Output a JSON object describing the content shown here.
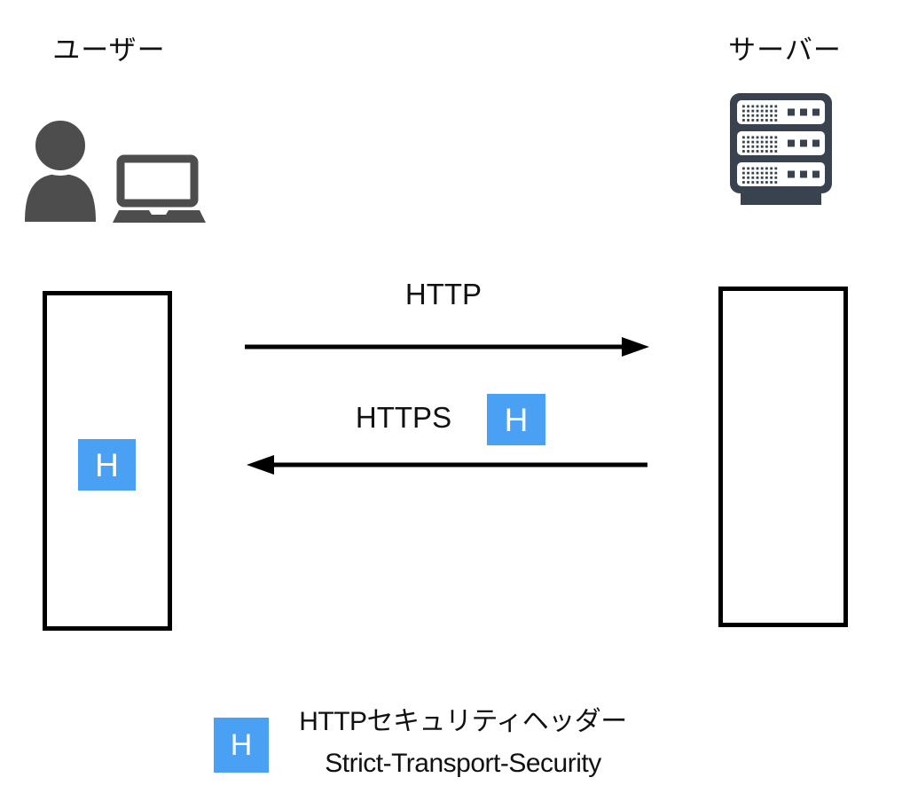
{
  "actors": {
    "user_label": "ユーザー",
    "server_label": "サーバー"
  },
  "flows": {
    "request_label": "HTTP",
    "response_label": "HTTPS"
  },
  "badge": {
    "letter": "H"
  },
  "legend": {
    "badge_letter": "H",
    "line1": "HTTPセキュリティヘッダー",
    "line2": "Strict-Transport-Security"
  },
  "colors": {
    "badge_blue": "#4AA0F2",
    "person_gray": "#4D4D4D",
    "server_slate": "#394350",
    "line_black": "#000000"
  }
}
